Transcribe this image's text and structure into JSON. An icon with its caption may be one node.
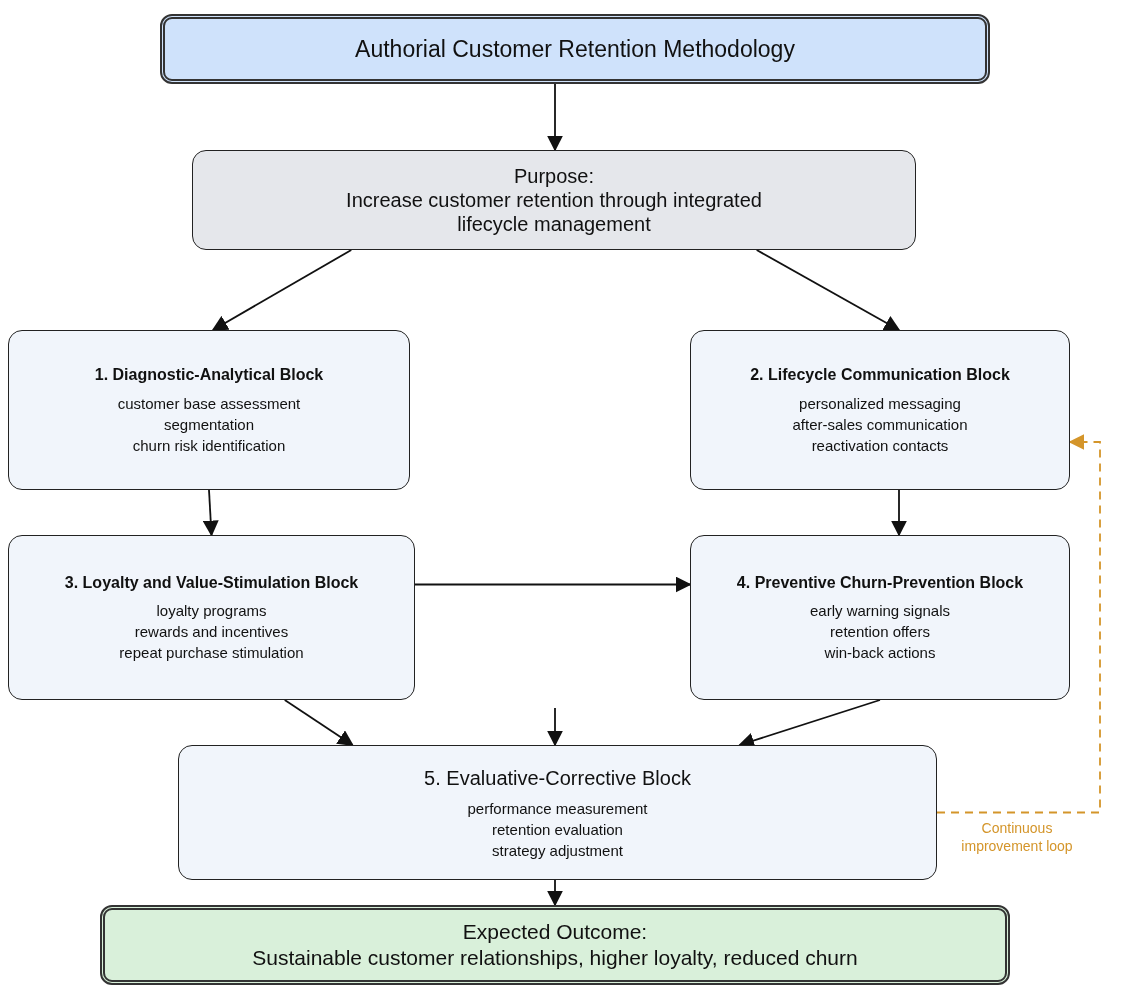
{
  "diagram": {
    "nodes": [
      {
        "text": [
          "Authorial Customer Retention Methodology"
        ]
      },
      {
        "text": [
          "Purpose:",
          "Increase customer retention through integrated lifecycle management"
        ]
      },
      {
        "text": [
          "1. Diagnostic-Analytical Block",
          "customer base assessment",
          "segmentation",
          "churn risk identification"
        ]
      },
      {
        "text": [
          "2. Lifecycle Communication Block",
          "personalized messaging",
          "after-sales communication",
          "reactivation contacts"
        ]
      },
      {
        "text": [
          "3. Loyalty and Value-Stimulation Block",
          "loyalty programs",
          "rewards and incentives",
          "repeat purchase stimulation"
        ]
      },
      {
        "text": [
          "4. Preventive Churn-Prevention Block",
          "early warning signals",
          "retention offers",
          "win-back actions"
        ]
      },
      {
        "text": [
          "5. Evaluative-Corrective Block",
          "performance measurement",
          "retention evaluation",
          "strategy adjustment"
        ]
      },
      {
        "text": [
          "Expected Outcome:",
          "Sustainable customer relationships, higher loyalty, reduced churn"
        ]
      }
    ],
    "edges": [
      {
        "from": 0,
        "to": 1,
        "arrow": "to"
      },
      {
        "from": 1,
        "to": 2,
        "arrow": "to"
      },
      {
        "from": 1,
        "to": 3,
        "arrow": "to"
      },
      {
        "from": 2,
        "to": 4,
        "arrow": "to"
      },
      {
        "from": 3,
        "to": 5,
        "arrow": "to"
      },
      {
        "from": 4,
        "to": 5,
        "arrow": "to"
      },
      {
        "from": 4,
        "to": 6,
        "arrow": "to"
      },
      {
        "from": null,
        "to": 6,
        "arrow": "to"
      },
      {
        "from": 5,
        "to": 6,
        "arrow": "to"
      },
      {
        "from": 6,
        "to": 7,
        "arrow": "to"
      },
      {
        "from": 6,
        "to": 3,
        "arrow": "to",
        "label": "Continuous improvement loop",
        "style": "dashed",
        "color": "#d4952a"
      }
    ]
  }
}
